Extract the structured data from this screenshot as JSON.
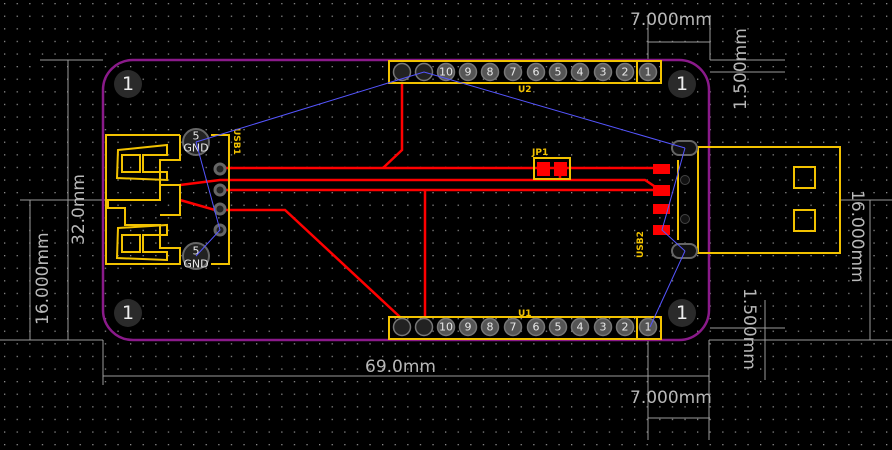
{
  "dimensions": {
    "top_offset": "7.000mm",
    "top_gap": "1.500mm",
    "board_height": "32.0mm",
    "left_usb_width": "16.000mm",
    "right_usb_width": "16.000mm",
    "bottom_gap": "1.500mm",
    "board_width": "69.0mm",
    "bottom_offset": "7.000mm"
  },
  "components": {
    "u2": {
      "ref": "U2",
      "pins": [
        "10",
        "9",
        "8",
        "7",
        "6",
        "5",
        "4",
        "3",
        "2",
        "1"
      ]
    },
    "u1": {
      "ref": "U1",
      "pins": [
        "10",
        "9",
        "8",
        "7",
        "6",
        "5",
        "4",
        "3",
        "2",
        "1"
      ]
    },
    "usb1": {
      "ref": "USB1",
      "pad_top": [
        "5",
        "GND"
      ],
      "pad_bottom": [
        "5",
        "GND"
      ]
    },
    "usb2": {
      "ref": "USB2"
    },
    "jp1": {
      "ref": "JP1"
    },
    "mounting_holes": [
      "1",
      "1",
      "1",
      "1"
    ]
  },
  "colors": {
    "board_outline": "#8a1a8a",
    "silkscreen": "#f2c200",
    "copper": "#ff0000",
    "ratsnest": "#5555ff",
    "pad": "#555555"
  }
}
